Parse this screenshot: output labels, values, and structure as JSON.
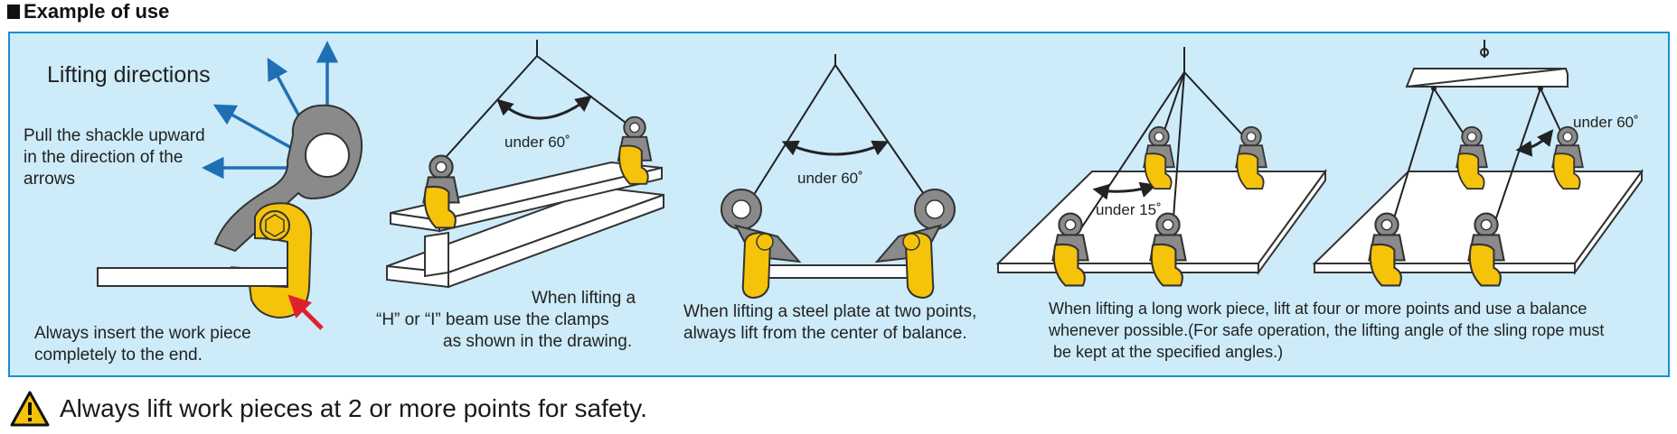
{
  "section_title": "Example of use",
  "panel1": {
    "heading": "Lifting directions",
    "instruction": [
      "Pull the shackle upward",
      "in the direction of the",
      "arrows"
    ],
    "caption": [
      "Always insert the work piece",
      "completely to the end."
    ]
  },
  "panel2": {
    "angle_label": "under 60˚",
    "caption": [
      "When lifting a",
      "“H” or “I” beam use the clamps",
      "as shown in the drawing."
    ]
  },
  "panel3": {
    "angle_label": "under 60˚",
    "caption": [
      "When lifting a steel plate at two points,",
      "always lift from the center of balance."
    ]
  },
  "panel4": {
    "angle_label_a": "under 15˚",
    "angle_label_b": "under 60˚",
    "caption": [
      "When lifting a long work piece, lift at four or more points and use a balance",
      "whenever possible.(For safe operation, the lifting angle of the sling rope must",
      " be kept at the specified angles.)"
    ]
  },
  "warning": {
    "icon": "warning-triangle-icon",
    "text": "Always lift work pieces at 2 or more points for safety."
  },
  "colors": {
    "panel_bg": "#cdebf8",
    "panel_border": "#1a8fd0",
    "arrow_blue": "#1f6fb3",
    "clamp_yellow": "#f5c30a",
    "clamp_gray": "#8a8a8a",
    "insert_arrow": "#e0202a"
  }
}
